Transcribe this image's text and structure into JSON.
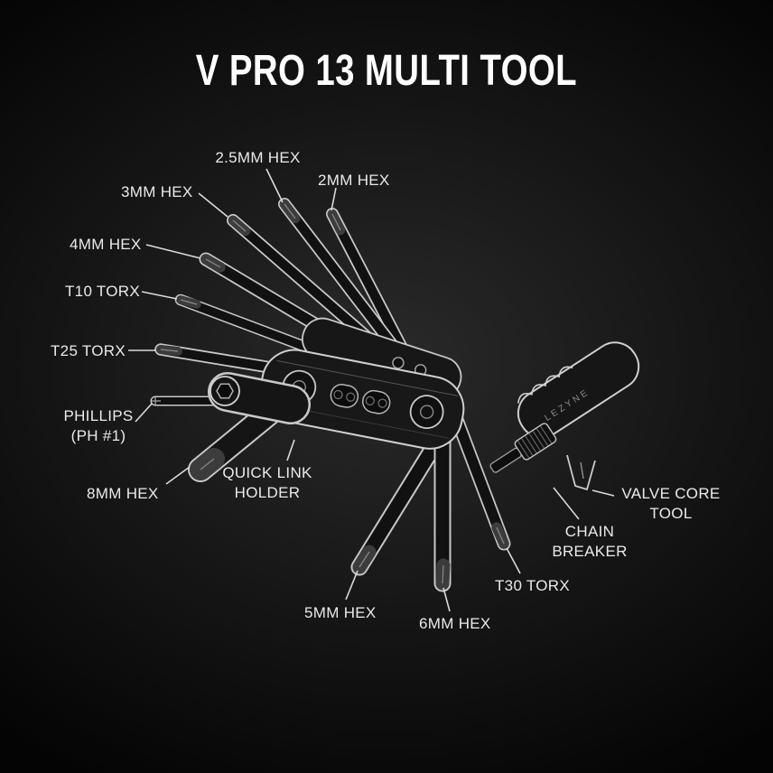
{
  "title": "V PRO 13 MULTI TOOL",
  "tool": {
    "engraving": "LEZYNE",
    "colors": {
      "background_center": "#2a2a2a",
      "background_edge": "#040404",
      "line_art": "#c8c8c8",
      "label_text": "#eaeaea",
      "title_text": "#ffffff"
    }
  },
  "labels": {
    "hex25": "2.5MM HEX",
    "hex2": "2MM HEX",
    "hex3": "3MM HEX",
    "hex4": "4MM HEX",
    "t10": "T10 TORX",
    "t25": "T25 TORX",
    "phillips": "PHILLIPS\n(PH #1)",
    "hex8": "8MM HEX",
    "quicklink": "QUICK LINK\nHOLDER",
    "hex5": "5MM HEX",
    "hex6": "6MM HEX",
    "t30": "T30 TORX",
    "chainbreaker": "CHAIN\nBREAKER",
    "valvecore": "VALVE CORE\nTOOL"
  }
}
